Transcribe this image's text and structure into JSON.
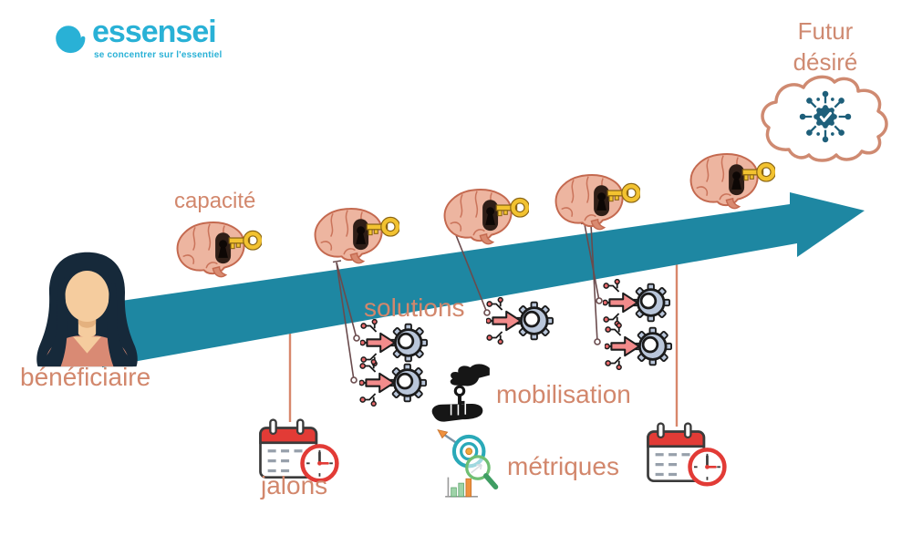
{
  "logo": {
    "name": "essensei",
    "tagline": "se concentrer sur l'essentiel",
    "color": "#29b1d6",
    "icon": "spiral-icon"
  },
  "future": {
    "label": "Futur désiré",
    "color": "#cf8a71",
    "icon": "network-check-icon"
  },
  "actor": {
    "label": "bénéficiaire",
    "icon": "woman-avatar"
  },
  "labels": {
    "capacite": "capacité",
    "solutions": "solutions",
    "mobilisation": "mobilisation",
    "metriques": "métriques",
    "jalons": "jalons"
  },
  "timeline": {
    "arrow_color": "#1e87a2",
    "direction": "up-right",
    "milestone_line_color": "#d8876b",
    "pin_color": "#6a4b4d"
  },
  "icons": {
    "brain-key": {
      "meaning": "capacité débloquée",
      "count": 5,
      "brain_color": "#edb5a0",
      "key_color": "#f2c230"
    },
    "circuit-gear": {
      "meaning": "solution",
      "count": 5,
      "gear_color": "#b9c6da",
      "arrow_color": "#f28b8b"
    },
    "hand-key": {
      "meaning": "mobilisation",
      "count": 1,
      "color": "#161616"
    },
    "target-magnifier-chart": {
      "meaning": "métriques",
      "count": 1,
      "target_color": "#2aa9b8",
      "magnifier_color": "#6fbf73"
    },
    "calendar-clock": {
      "meaning": "jalon",
      "count": 2,
      "color": "#e23b36"
    },
    "cloud": {
      "meaning": "futur désiré",
      "outline_color": "#cf8a71"
    },
    "network-check": {
      "color": "#1e5f7a"
    }
  },
  "colors": {
    "accent_teal": "#1e87a2",
    "accent_salmon": "#d2876c",
    "logo_cyan": "#29b1d6"
  }
}
